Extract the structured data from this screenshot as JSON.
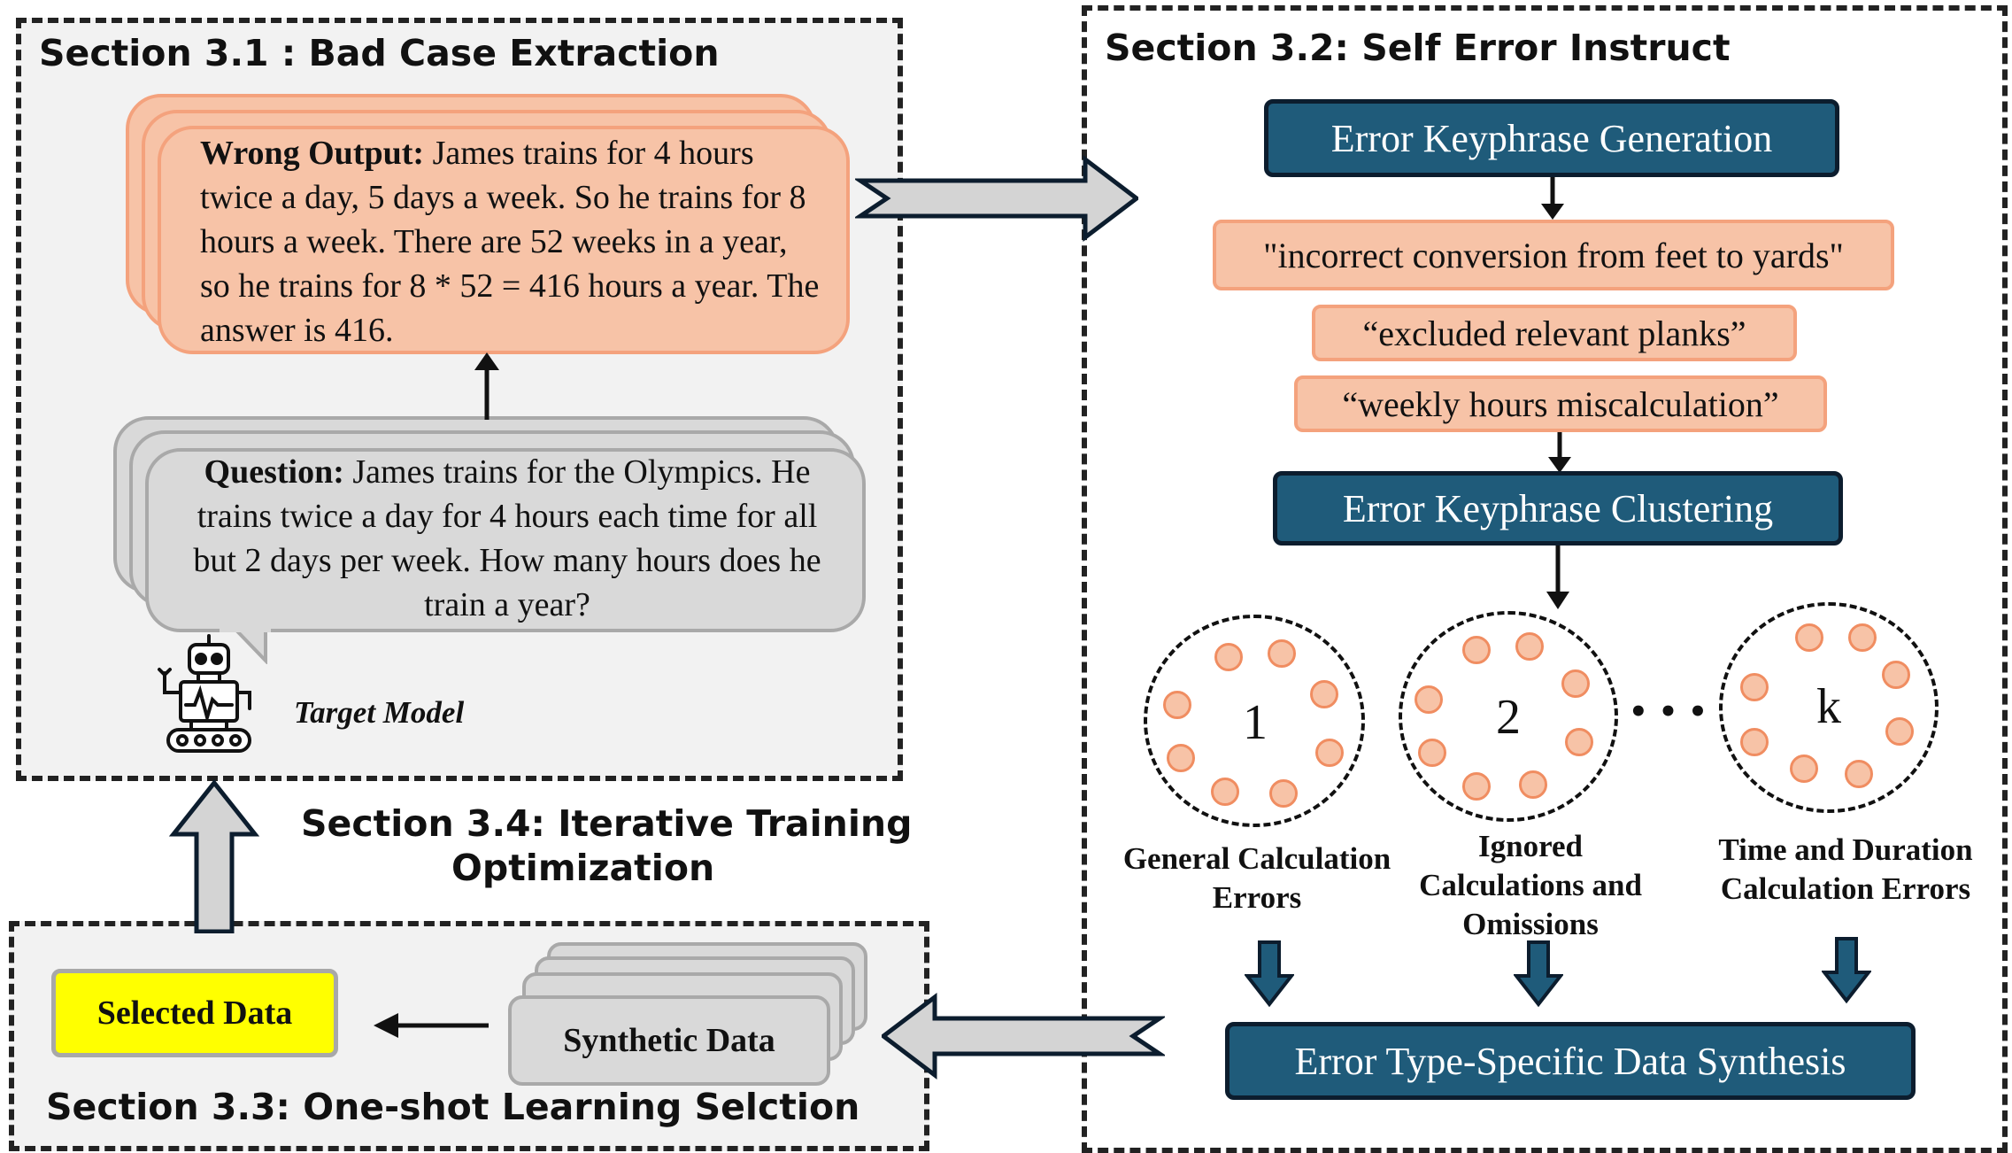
{
  "sections": {
    "s31": "Section 3.1 : Bad Case Extraction",
    "s32": "Section 3.2: Self Error Instruct",
    "s33": "Section 3.3: One-shot Learning Selction",
    "s34_line1": "Section 3.4: Iterative Training",
    "s34_line2": "Optimization"
  },
  "wrong_output": {
    "label": "Wrong Output:",
    "text": " James trains for 4 hours twice a day, 5 days a week. So he trains for 8 hours a week. There are 52 weeks in a year, so he trains for 8 * 52 = 416 hours a year. The answer is 416."
  },
  "question": {
    "label": "Question:",
    "text": " James trains for the Olympics. He trains twice a day for 4 hours each time for all but 2 days per week. How many hours does he train a year?"
  },
  "target_model": "Target Model",
  "steps": {
    "generation": "Error Keyphrase Generation",
    "clustering": "Error Keyphrase Clustering",
    "synthesis": "Error Type-Specific Data Synthesis"
  },
  "keyphrases": [
    "\"incorrect conversion from feet to yards\"",
    "“excluded relevant planks”",
    "“weekly hours miscalculation”"
  ],
  "clusters": [
    {
      "id": "1",
      "label": "General Calculation Errors"
    },
    {
      "id": "2",
      "label": "Ignored Calculations and Omissions"
    },
    {
      "id": "k",
      "label": "Time and Duration Calculation Errors"
    }
  ],
  "ellipsis": "• • •",
  "synthetic_data": "Synthetic Data",
  "selected_data": "Selected Data",
  "colors": {
    "navy": "#1f5b7a",
    "salmon": "#f7c3a7",
    "gray": "#d9d9d9",
    "yellow": "#ffff00"
  }
}
